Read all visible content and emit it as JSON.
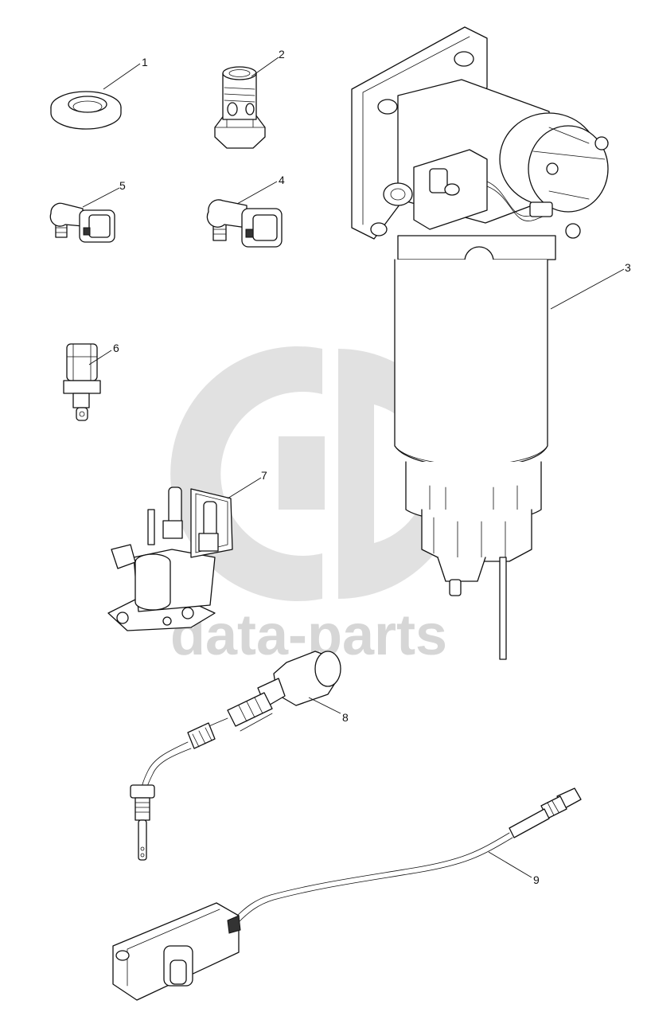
{
  "watermark": {
    "brand_text": "data-parts",
    "color": "#cfcfcf"
  },
  "callouts": [
    {
      "id": "1",
      "part": "sealing-washer"
    },
    {
      "id": "2",
      "part": "banjo-bolt"
    },
    {
      "id": "3",
      "part": "fuel-filter-assembly"
    },
    {
      "id": "4",
      "part": "elbow-quick-connector"
    },
    {
      "id": "5",
      "part": "elbow-quick-connector"
    },
    {
      "id": "6",
      "part": "temperature-sensor"
    },
    {
      "id": "7",
      "part": "dosing-valve"
    },
    {
      "id": "8",
      "part": "exhaust-temperature-sensor"
    },
    {
      "id": "9",
      "part": "nox-sensor"
    }
  ]
}
